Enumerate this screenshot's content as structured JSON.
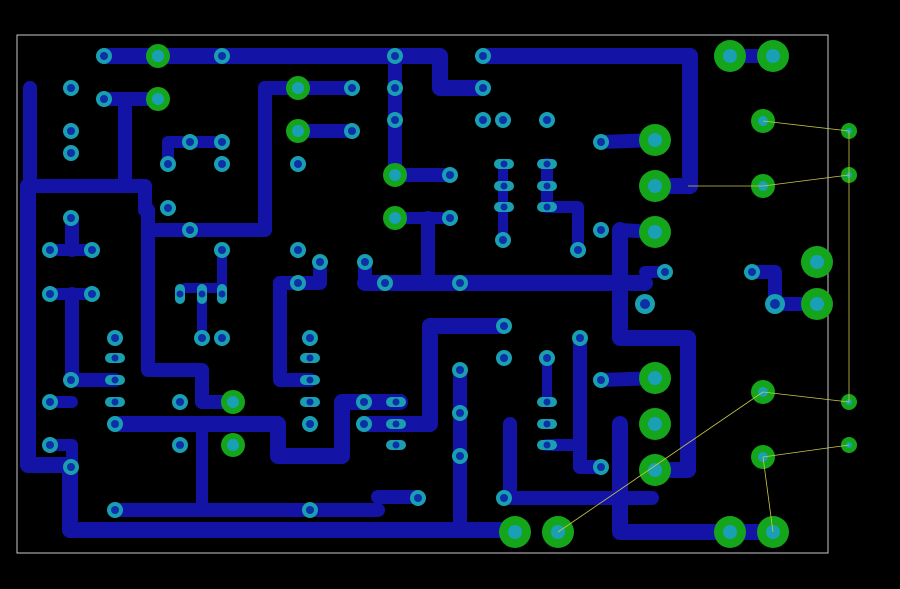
{
  "app": {
    "view": "pcb-layout"
  },
  "colors": {
    "background": "#000000",
    "outline": "#c8c8c8",
    "track": "#1313a6",
    "pad_ring": "#14a51a",
    "pad_hole": "#16a3b8",
    "ratsnest": "#c8c84a"
  },
  "layers": [
    "board-outline",
    "copper-tracks",
    "pads",
    "ratsnest"
  ]
}
